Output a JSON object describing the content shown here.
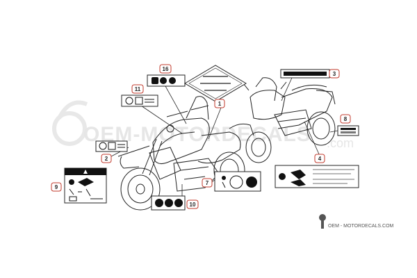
{
  "watermark": {
    "main": "OEM-MOTORDECALS",
    "suffix": ".com"
  },
  "footer_logo": {
    "text": "OEM - MOTORDECALS.COM"
  },
  "callouts": [
    {
      "label": "16"
    },
    {
      "label": "11"
    },
    {
      "label": "1"
    },
    {
      "label": "3"
    },
    {
      "label": "8"
    },
    {
      "label": "2"
    },
    {
      "label": "4"
    },
    {
      "label": "9"
    },
    {
      "label": "7"
    },
    {
      "label": "10"
    }
  ],
  "colors": {
    "callout_border": "#c0392b",
    "line_art": "#222222",
    "watermark": "#e6e6e6",
    "label_fill": "#111111"
  }
}
